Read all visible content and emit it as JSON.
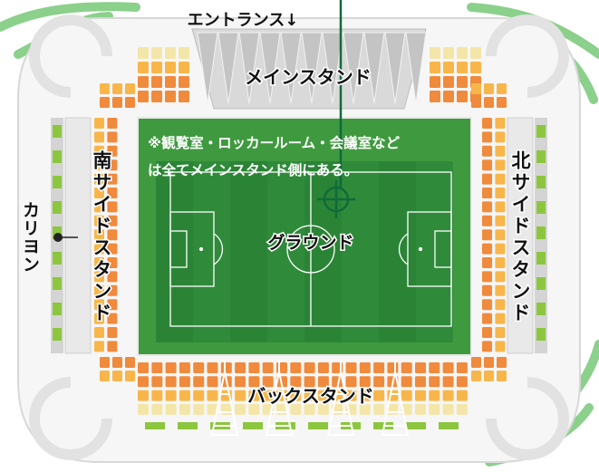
{
  "title": "エントランス↓",
  "labels": {
    "main_stand": "メインスタンド",
    "back_stand": "バックスタンド",
    "south_side_stand": "南サイドスタンド",
    "north_side_stand": "北サイドスタンド",
    "ground": "グラウンド",
    "carillon": "カリヨン"
  },
  "note_lines": [
    "※観覧室・ロッカールーム・会議室など",
    "は全てメインスタンド側にある。"
  ],
  "colors": {
    "pitch_outer": "#3f9a3f",
    "pitch_inner": "#2f8a3a",
    "seat_orange": "#f08a3c",
    "seat_light_orange": "#f8b64a",
    "seat_cream": "#f4e6a8",
    "seat_gray": "#c9c9c9",
    "accent_green": "#8cc63f",
    "line_dark_green": "#0f6b3a",
    "curve_green": "#8bd08b"
  },
  "icons": [
    "crosshair-icon",
    "entrance-arrow",
    "carillon-marker",
    "floodlight-tower"
  ]
}
